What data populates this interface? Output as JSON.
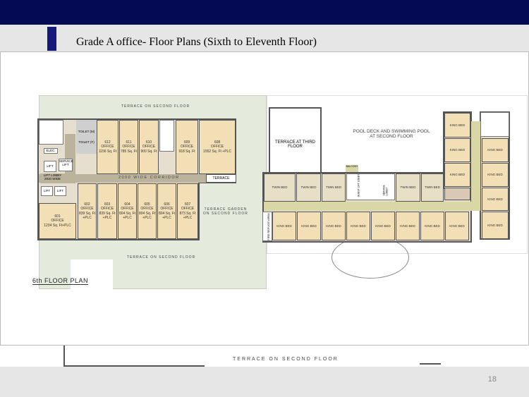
{
  "slide": {
    "title": "Grade A office- Floor Plans (Sixth to Eleventh Floor)",
    "page_number": "18"
  },
  "plan": {
    "plan_title": "6th FLOOR PLAN",
    "labels": {
      "terrace_top": "TERRACE ON SECOND FLOOR",
      "terrace_bottom": "TERRACE ON SECOND FLOOR",
      "terrace_garden": "TERRACE GARDEN\nON SECOND FLOOR",
      "corridor": "2000 WIDE CORRIDOR",
      "terrace": "TERRACE",
      "terrace_third": "TERRACE AT THIRD FLOOR",
      "pool": "POOL DECK AND SWIMMING POOL\nAT SECOND FLOOR",
      "fire_refuge": "FIRE REFUGE AREA",
      "lift_lobby": "LIFT LOBBY\n2910 WIDE",
      "toilet_m": "TOILET (M)",
      "toilet_f": "TOILET (F)",
      "service_lift": "SERVICE\nLIFT",
      "lift": "LIFT",
      "elec": "ELEC.",
      "balcony": "BALCONY",
      "guest_lift_lobby": "GUEST LIFT LOBBY",
      "service_lobby": "SERVICE LOBBY"
    },
    "offices": [
      {
        "label": "612\nOFFICE\n1156 Sq. Ft"
      },
      {
        "label": "611\nOFFICE\n785 Sq. Ft"
      },
      {
        "label": "610\nOFFICE\n900 Sq. Ft"
      },
      {
        "label": "609\nOFFICE\n918 Sq. Ft"
      },
      {
        "label": "608\nOFFICE\n1552 Sq. Ft +PLC"
      },
      {
        "label": "601\nOFFICE\n1234 Sq. Ft+PLC"
      },
      {
        "label": "602\nOFFICE\n839 Sq. Ft\n+PLC"
      },
      {
        "label": "603\nOFFICE\n839 Sq. Ft\n+PLC"
      },
      {
        "label": "604\nOFFICE\n804 Sq. Ft\n+PLC"
      },
      {
        "label": "605\nOFFICE\n804 Sq. Ft\n+PLC"
      },
      {
        "label": "606\nOFFICE\n804 Sq. Ft\n+PLC"
      },
      {
        "label": "607\nOFFICE\n873 Sq. Ft\n+PLC"
      }
    ],
    "hotel_rooms": [
      {
        "label": "TWIN BED",
        "type": "twin"
      },
      {
        "label": "TWIN BED",
        "type": "twin"
      },
      {
        "label": "TWIN BED",
        "type": "twin"
      },
      {
        "label": "TWIN BED",
        "type": "twin"
      },
      {
        "label": "TWIN BED",
        "type": "twin"
      },
      {
        "label": "KING BED",
        "type": "king"
      },
      {
        "label": "KING BED",
        "type": "king"
      },
      {
        "label": "KING BED",
        "type": "king"
      },
      {
        "label": "KING BED",
        "type": "king"
      },
      {
        "label": "KING BED",
        "type": "king"
      },
      {
        "label": "KING BED",
        "type": "king"
      },
      {
        "label": "KING BED",
        "type": "king"
      },
      {
        "label": "KING BED",
        "type": "king"
      },
      {
        "label": "KING BED",
        "type": "king"
      },
      {
        "label": "KING BED",
        "type": "king"
      },
      {
        "label": "KING BED",
        "type": "king"
      },
      {
        "label": "KING BED",
        "type": "king"
      },
      {
        "label": "KING BED",
        "type": "king"
      },
      {
        "label": "KING BED",
        "type": "king"
      },
      {
        "label": "KING BED",
        "type": "king"
      }
    ]
  }
}
